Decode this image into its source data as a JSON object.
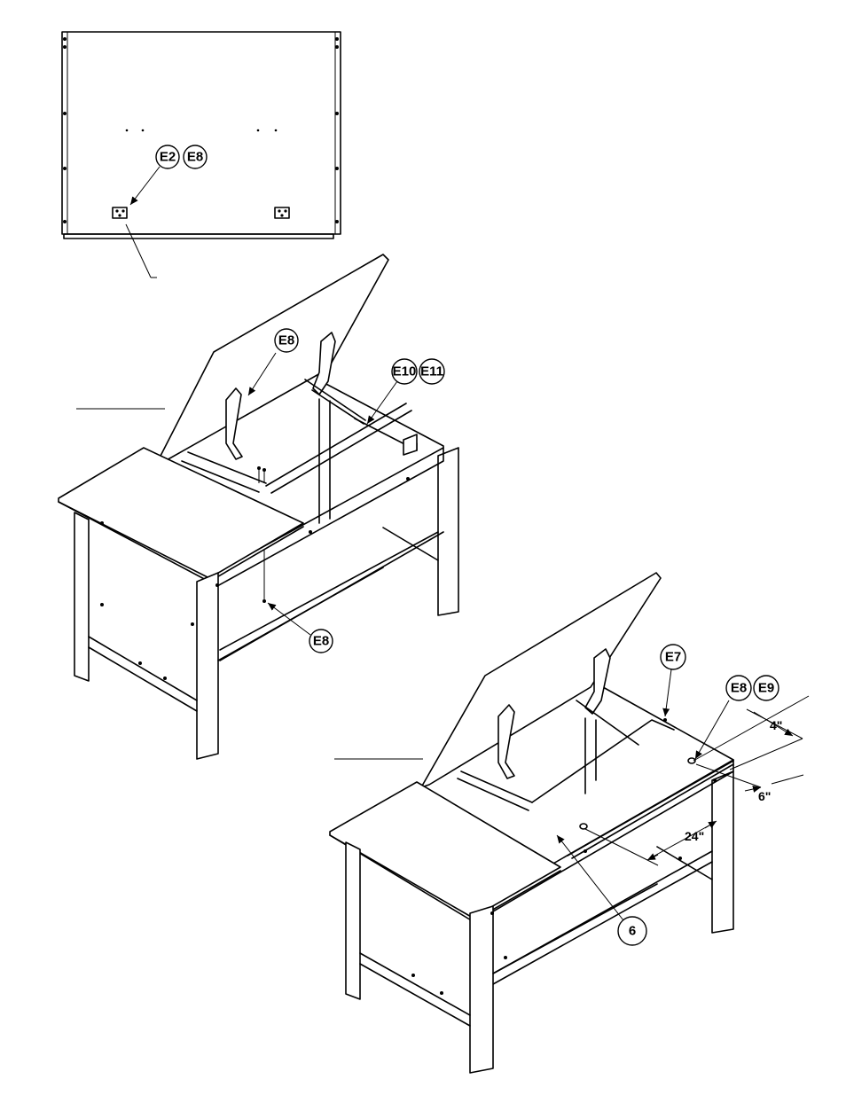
{
  "callouts": {
    "top_a": "E2",
    "top_b": "E8",
    "mid_hinge": "E8",
    "mid_rail_a": "E10",
    "mid_rail_b": "E11",
    "mid_bottom": "E8",
    "bot_e7": "E7",
    "bot_a": "E8",
    "bot_b": "E9",
    "bot_item": "6"
  },
  "dimensions": {
    "d1": "4\"",
    "d2": "6\"",
    "d3": "24\""
  }
}
